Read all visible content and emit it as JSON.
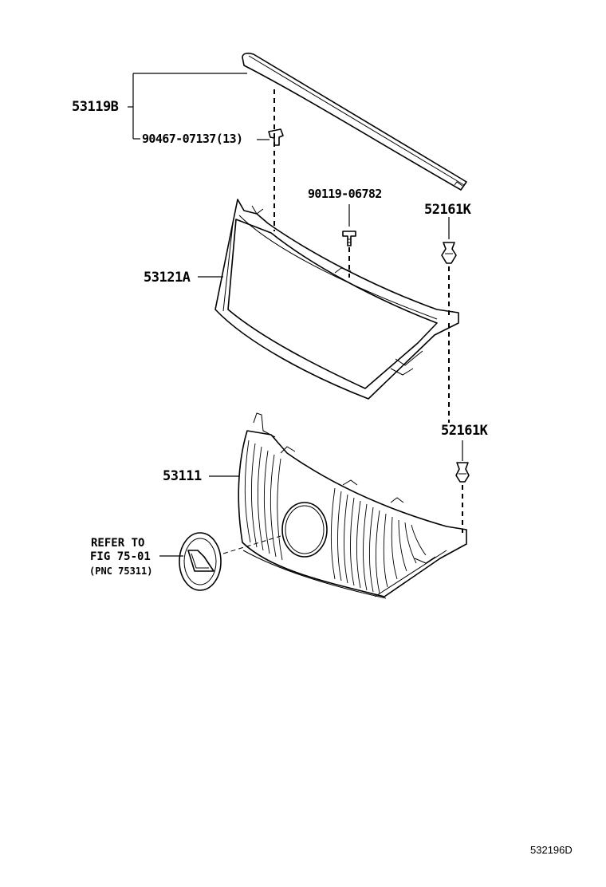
{
  "labels": {
    "molding": "53119B",
    "clip": "90467-07137(13)",
    "bolt": "90119-06782",
    "clip_upper": "52161K",
    "frame": "53121A",
    "clip_lower": "52161K",
    "grille": "53111",
    "refer_line1": "REFER TO",
    "refer_line2": "FIG 75-01",
    "refer_line3": "(PNC 75311)"
  },
  "figure_id": "532196D"
}
